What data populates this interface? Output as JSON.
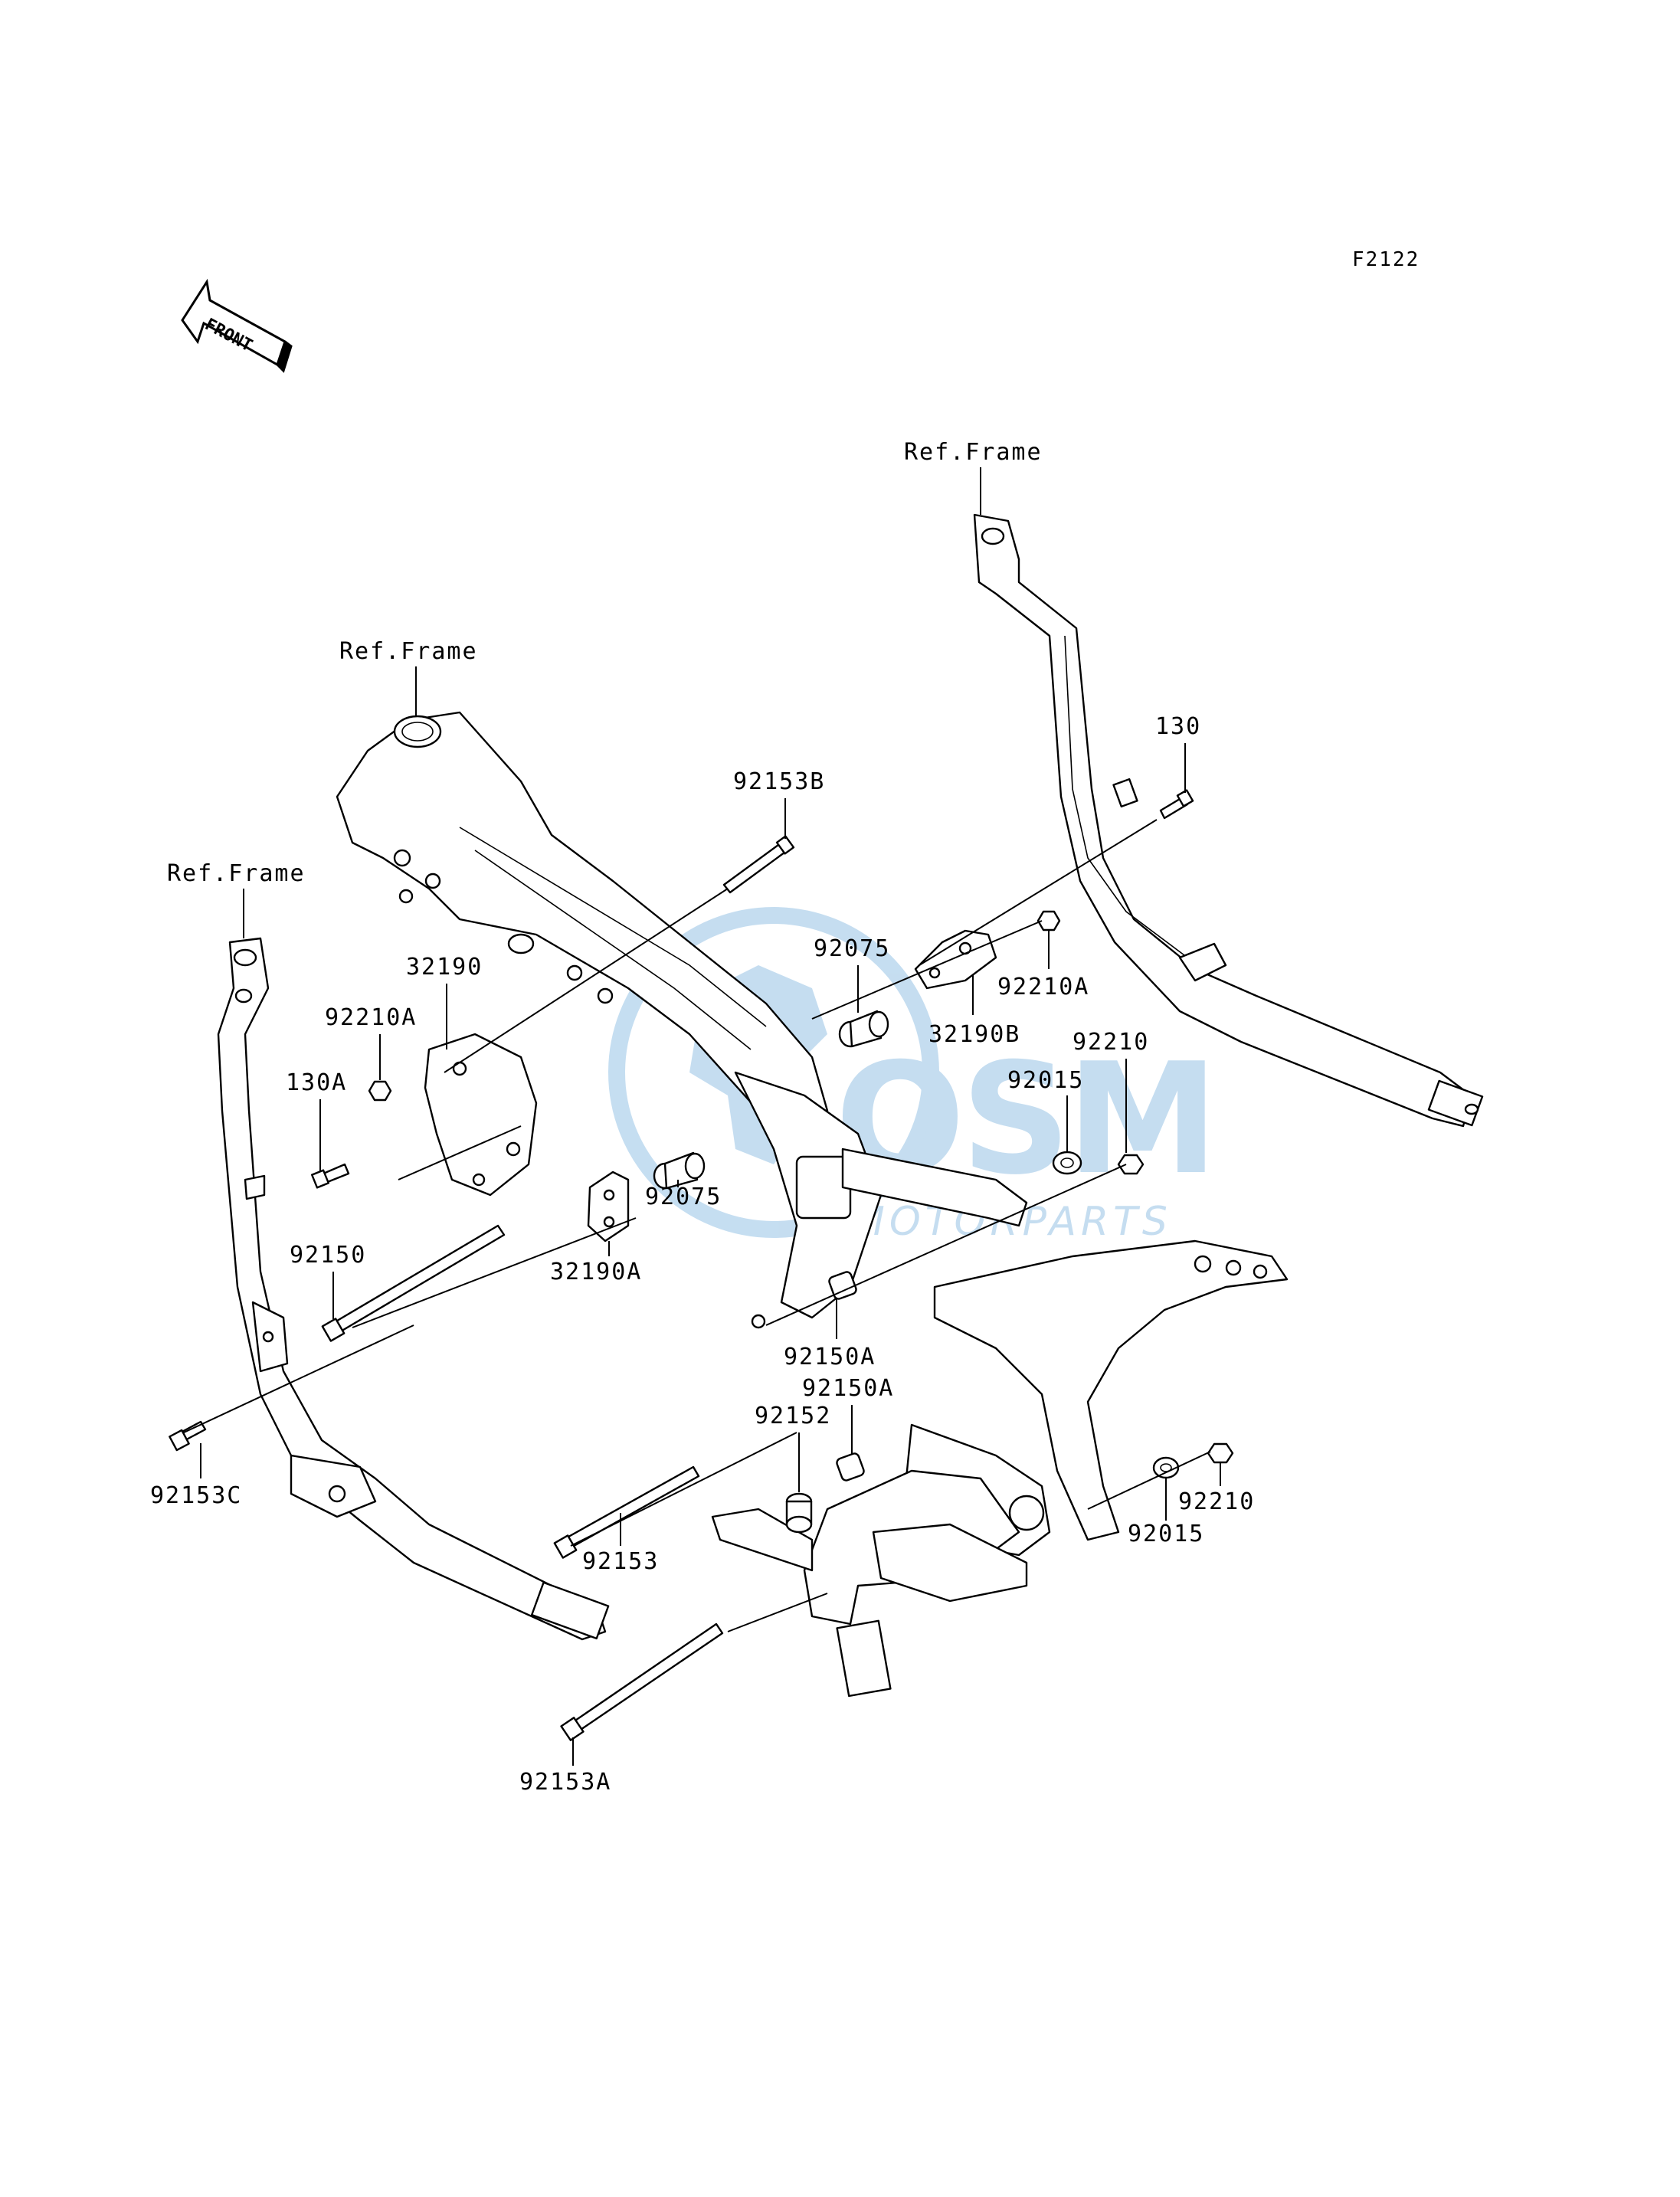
{
  "figure_code": "F2122",
  "front_marker": "FRONT",
  "watermark": {
    "brand": "OSM",
    "tagline": "MOTORPARTS",
    "color": "#7fb6e0"
  },
  "references": {
    "top_right": "Ref.Frame",
    "center": "Ref.Frame",
    "left": "Ref.Frame"
  },
  "parts": {
    "p130": "130",
    "p130a": "130A",
    "p32190": "32190",
    "p32190a": "32190A",
    "p32190b": "32190B",
    "p92015_upper": "92015",
    "p92015_lower": "92015",
    "p92075_upper": "92075",
    "p92075_lower": "92075",
    "p92150": "92150",
    "p92150a_upper": "92150A",
    "p92150a_lower": "92150A",
    "p92152": "92152",
    "p92153": "92153",
    "p92153a": "92153A",
    "p92153b": "92153B",
    "p92153c": "92153C",
    "p92210_upper": "92210",
    "p92210_lower": "92210",
    "p92210a_left": "92210A",
    "p92210a_right": "92210A"
  }
}
